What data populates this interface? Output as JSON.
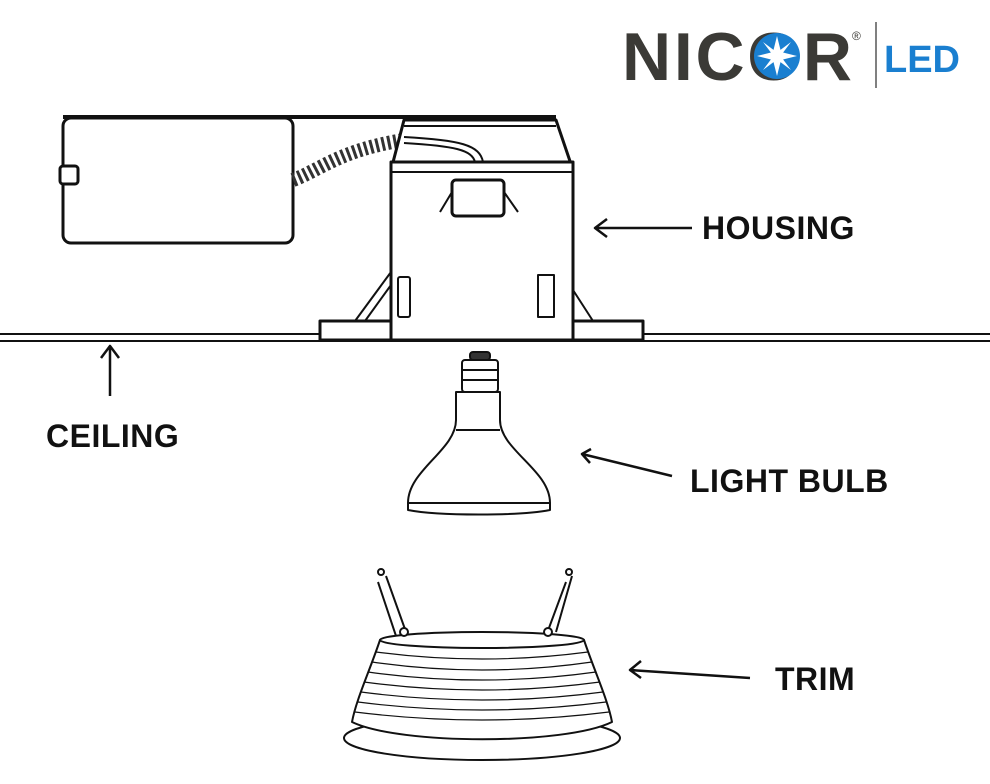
{
  "logo": {
    "brand": "NICOR",
    "suffix": "LED",
    "brand_color": "#3b3a36",
    "accent_color": "#1a7fd0"
  },
  "labels": {
    "housing": "HOUSING",
    "ceiling": "CEILING",
    "light_bulb": "LIGHT BULB",
    "trim": "TRIM"
  }
}
